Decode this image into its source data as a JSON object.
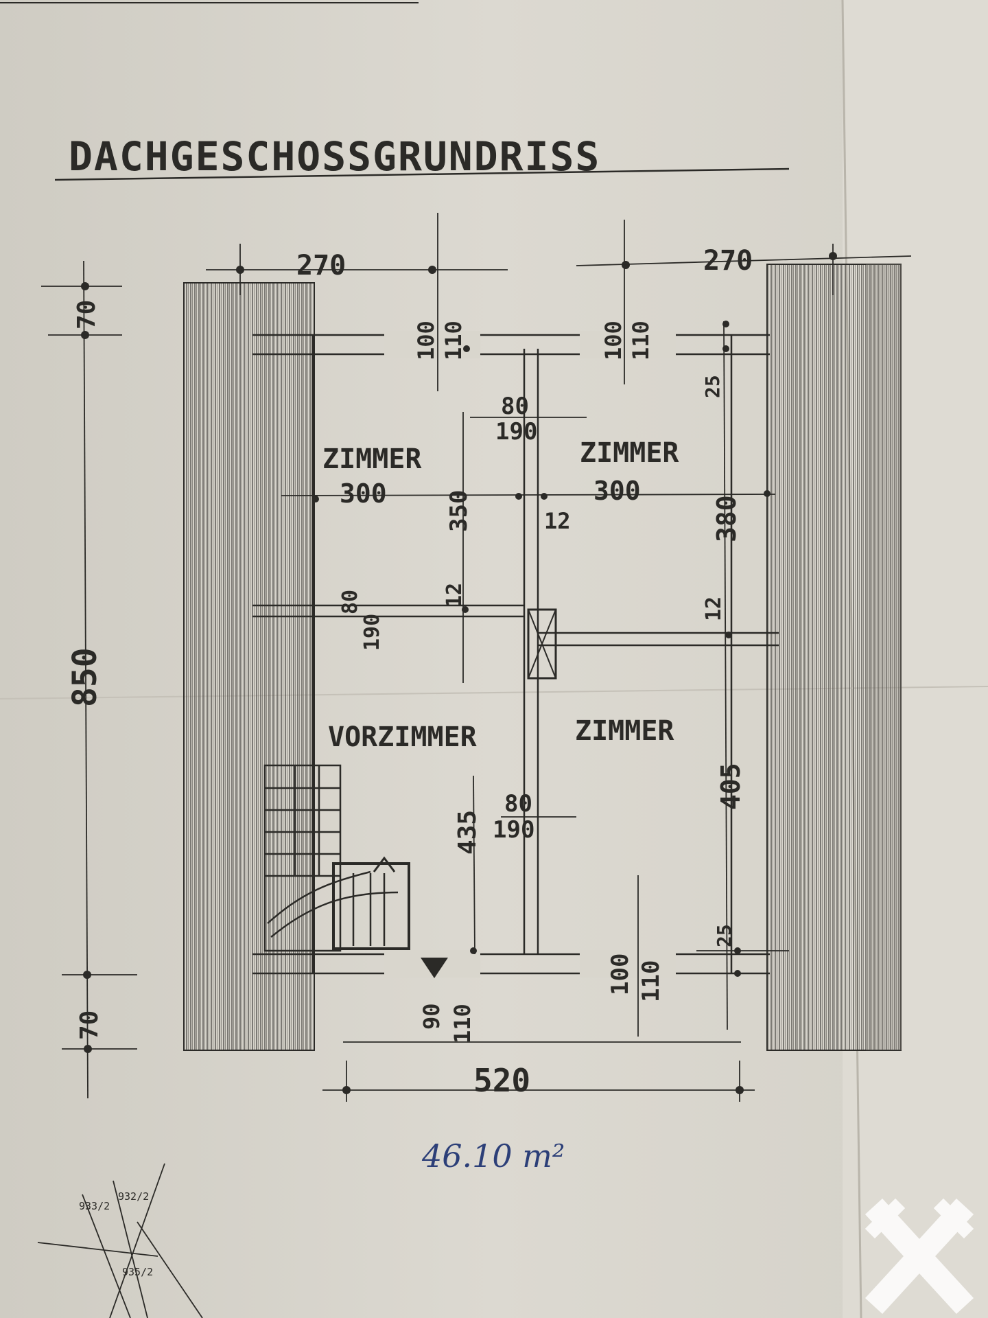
{
  "title": "DACHGESCHOSSGRUNDRISS",
  "rooms": {
    "top_left": "ZIMMER",
    "top_right": "ZIMMER",
    "bottom_left": "VORZIMMER",
    "bottom_right": "ZIMMER"
  },
  "dimensions": {
    "top_left_width": "270",
    "top_right_width": "270",
    "left_top_height": "70",
    "left_total_height": "850",
    "left_bottom_height": "70",
    "bottom_width": "520",
    "window_tl_w": "100",
    "window_tl_h": "110",
    "window_tr_w": "100",
    "window_tr_h": "110",
    "top_right_wall": "25",
    "door_top_w": "80",
    "door_top_h": "190",
    "room_tl_width": "300",
    "room_tl_height": "350",
    "room_tr_width": "300",
    "room_tr_height": "380",
    "inner_wall_a": "12",
    "inner_wall_b": "12",
    "inner_wall_c": "12",
    "door_left_w": "80",
    "door_left_h": "190",
    "room_bl_height": "435",
    "room_br_height": "405",
    "door_bottom_w": "80",
    "door_bottom_h": "190",
    "window_bl_w": "90",
    "window_bl_h": "110",
    "window_br_w": "100",
    "window_br_h": "110",
    "bottom_right_wall": "25"
  },
  "area": "46.10 m²",
  "parcels": [
    "933/2",
    "932/2",
    "935/2"
  ],
  "colors": {
    "paper": "#d9d6cd",
    "ink": "#2b2a27",
    "pen_blue": "#2c3f78",
    "hatch": "#4a4844"
  }
}
